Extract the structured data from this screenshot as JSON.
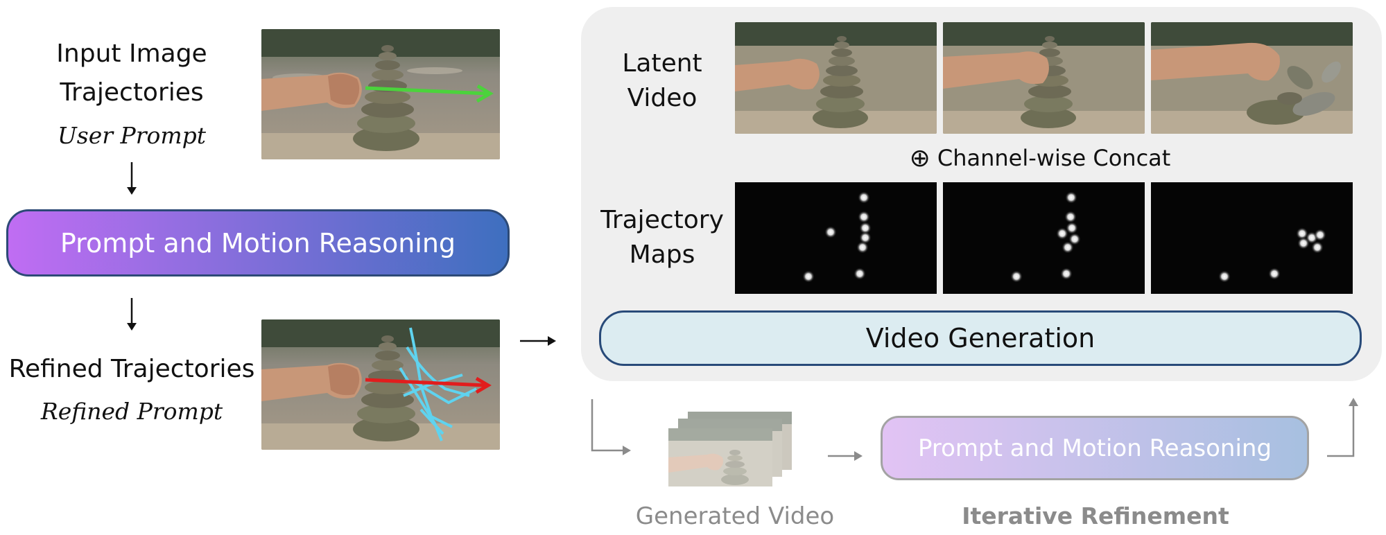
{
  "left": {
    "input_line1": "Input Image",
    "input_line2": "Trajectories",
    "user_prompt": "User Prompt",
    "reasoning_label": "Prompt and Motion Reasoning",
    "refined_trajectories": "Refined Trajectories",
    "refined_prompt": "Refined Prompt"
  },
  "panel": {
    "latent_line1": "Latent",
    "latent_line2": "Video",
    "concat_symbol": "⊕",
    "concat_label": "Channel-wise Concat",
    "maps_line1": "Trajectory",
    "maps_line2": "Maps",
    "generation_label": "Video Generation"
  },
  "bottom": {
    "generated_video": "Generated Video",
    "reasoning_label": "Prompt and Motion Reasoning",
    "iterative_refinement": "Iterative Refinement"
  },
  "colors": {
    "reasoning_start": "#c06df3",
    "reasoning_end": "#3e6fbf",
    "reasoning_border": "#2d4a77",
    "generation_fill": "#dcecf1",
    "generation_border": "#284a79",
    "panel_fill": "#efefef",
    "faded_text": "#8b8b8b",
    "refine_start": "#e2c3f4",
    "refine_end": "#a7c0e0"
  }
}
